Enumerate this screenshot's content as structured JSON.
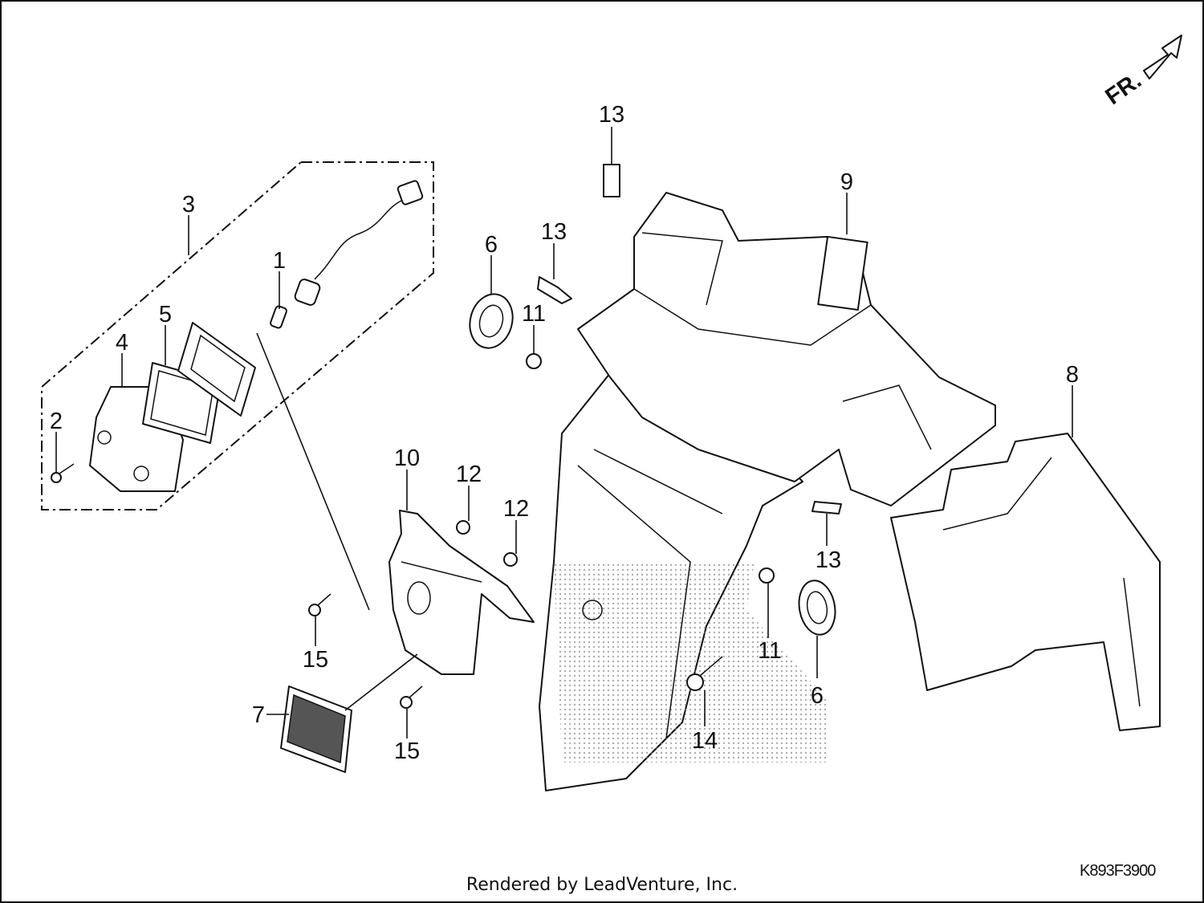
{
  "diagram": {
    "callouts": [
      "1",
      "2",
      "3",
      "4",
      "5",
      "6",
      "6",
      "7",
      "8",
      "9",
      "10",
      "11",
      "11",
      "12",
      "12",
      "13",
      "13",
      "13",
      "14",
      "15",
      "15"
    ],
    "orientation_label": "FR.",
    "code": "K893F3900",
    "footer": "Rendered by LeadVenture, Inc."
  }
}
